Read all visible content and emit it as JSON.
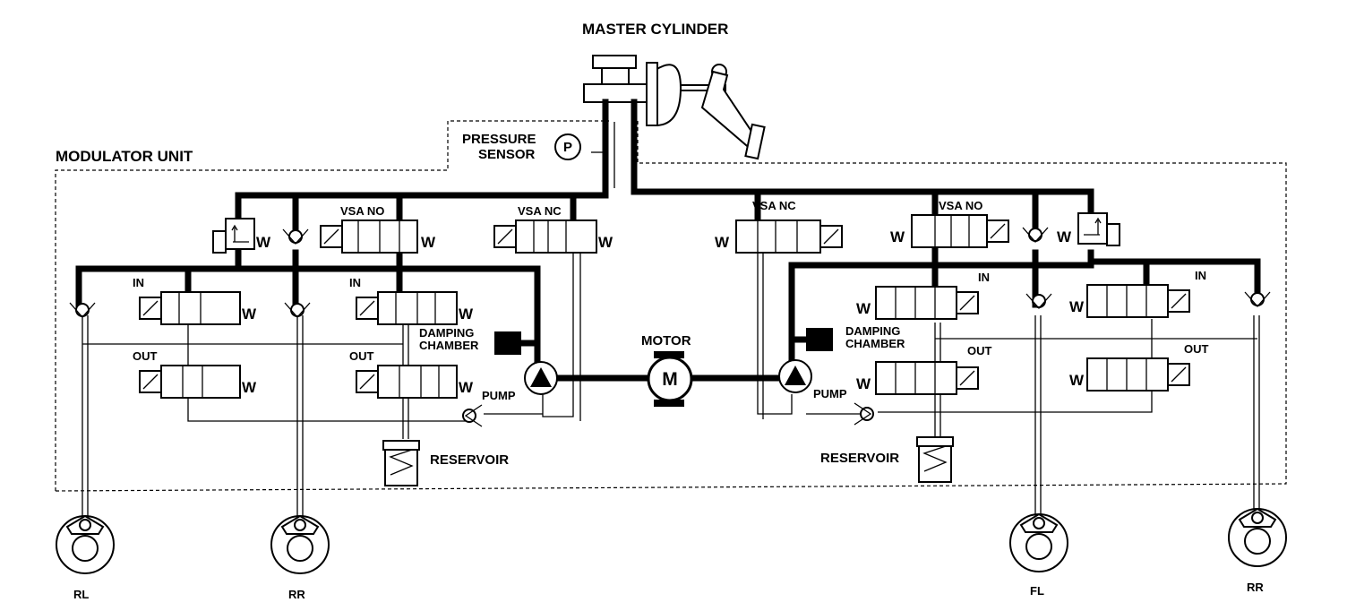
{
  "labels": {
    "master_cylinder": "MASTER CYLINDER",
    "modulator_unit": "MODULATOR UNIT",
    "pressure_sensor_line1": "PRESSURE",
    "pressure_sensor_line2": "SENSOR",
    "pressure_symbol": "P",
    "motor": "MOTOR",
    "motor_symbol": "M",
    "vsa_no": "VSA NO",
    "vsa_nc": "VSA NC",
    "in": "IN",
    "out": "OUT",
    "damping_line1": "DAMPING",
    "damping_line2": "CHAMBER",
    "pump": "PUMP",
    "reservoir": "RESERVOIR",
    "spring_symbol": "W"
  },
  "wheels": [
    "RL",
    "RR",
    "FL",
    "RR"
  ]
}
